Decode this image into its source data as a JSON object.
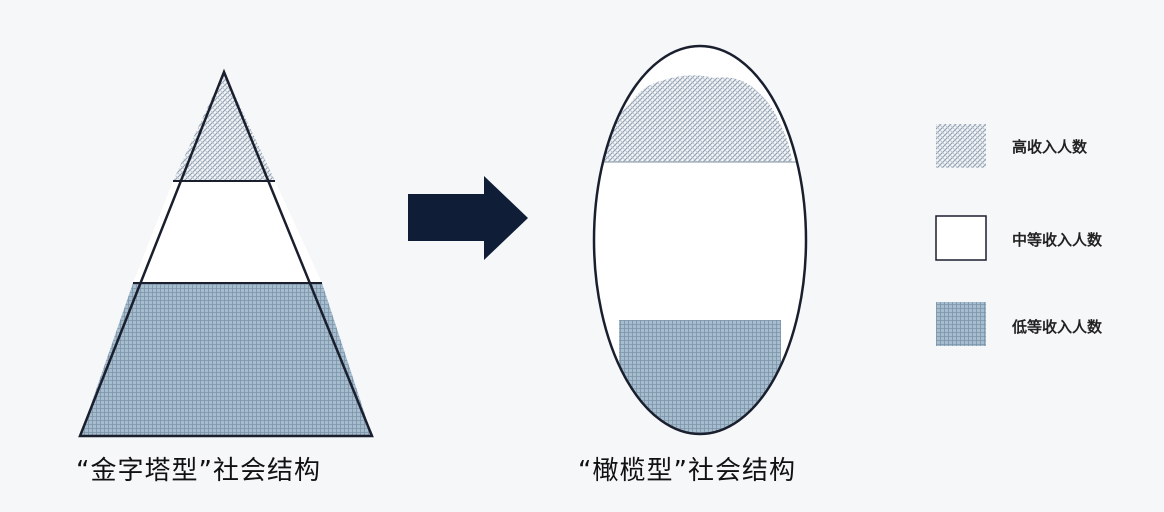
{
  "diagram": {
    "left_caption": "“金字塔型”社会结构",
    "right_caption": "“橄榄型”社会结构",
    "legend": {
      "high": "高收入人数",
      "middle": "中等收入人数",
      "low": "低等收入人数"
    },
    "colors": {
      "high_hatch": "#8a99aa",
      "low_fill": "#a6bccf",
      "low_grid": "#7d93a7",
      "outline": "#1a1f2e",
      "arrow": "#0f1e36"
    }
  }
}
